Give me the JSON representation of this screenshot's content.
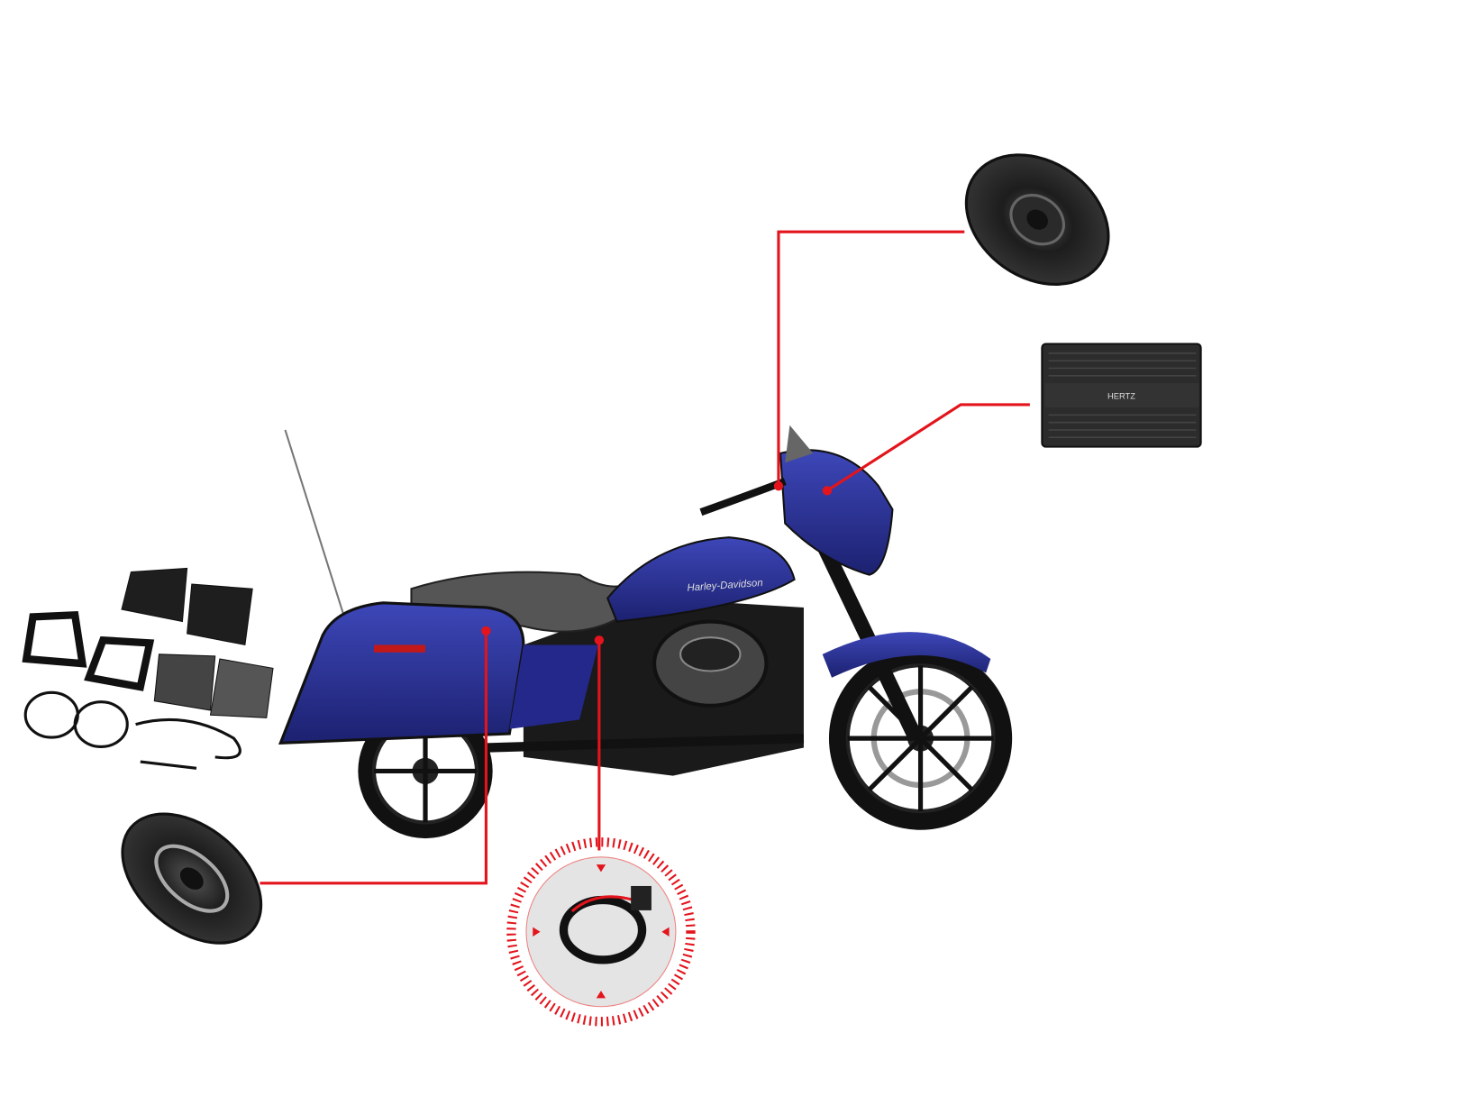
{
  "diagram": {
    "background": "#ffffff",
    "accent_color": "#e3141c",
    "bike_color": "#2a2f8f",
    "components": [
      {
        "id": "fairing-speaker",
        "icon": "round-speaker-icon"
      },
      {
        "id": "amplifier",
        "icon": "amplifier-icon",
        "brand_text": "HERTZ"
      },
      {
        "id": "saddlebag-speaker",
        "icon": "oval-speaker-icon"
      },
      {
        "id": "wiring-harness",
        "icon": "wiring-harness-icon"
      },
      {
        "id": "install-kit",
        "icon": "speaker-lid-kit-icon"
      }
    ],
    "tank_logo_text": "Harley-Davidson"
  }
}
